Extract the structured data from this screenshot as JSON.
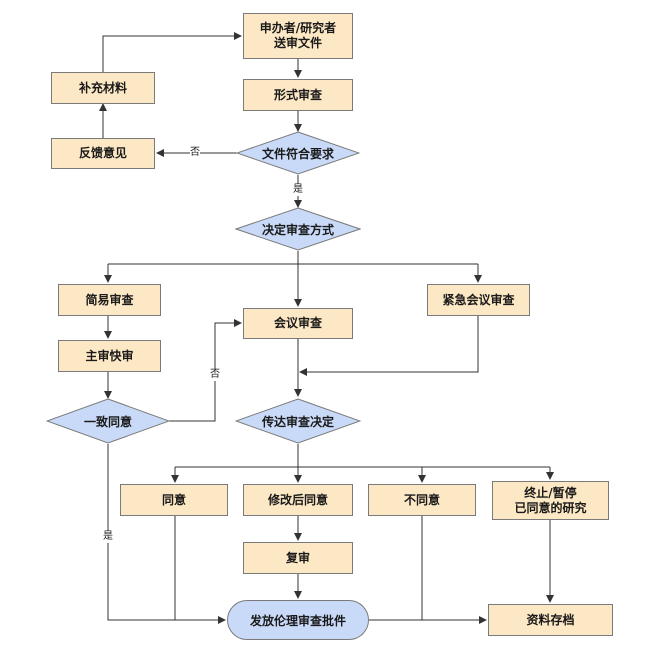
{
  "nodes": {
    "submit": "申办者/研究者\n送审文件",
    "formal_review": "形式审查",
    "doc_check": "文件符合要求",
    "feedback": "反馈意见",
    "supplement": "补充材料",
    "decide_method": "决定审查方式",
    "simple_review": "简易审查",
    "meeting_review": "会议审查",
    "urgent_review": "紧急会议审查",
    "lead_quick": "主审快审",
    "consensus": "一致同意",
    "convey_decision": "传达审查决定",
    "approve": "同意",
    "modify_approve": "修改后同意",
    "disapprove": "不同意",
    "terminate": "终止/暂停\n已同意的研究",
    "rereview": "复审",
    "issue_approval": "发放伦理审查批件",
    "archive": "资料存档"
  },
  "edge_labels": {
    "no_1": "否",
    "yes_1": "是",
    "no_2": "否",
    "yes_2": "是"
  },
  "colors": {
    "box_fill": "#fde8c5",
    "decision_fill": "#c9daf8",
    "line": "#333333"
  }
}
